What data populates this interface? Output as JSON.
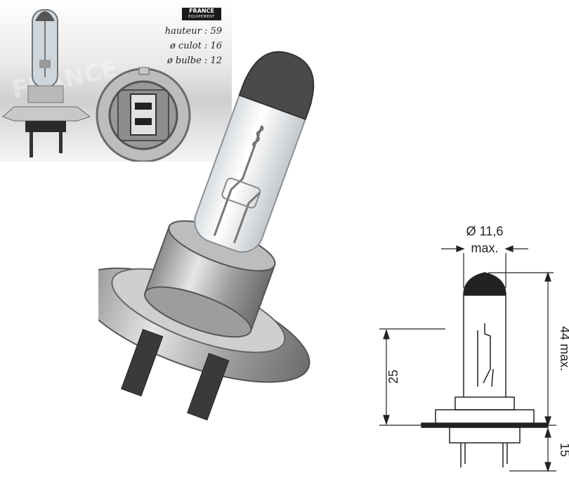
{
  "brand": {
    "line1": "FRANCE",
    "line2": "EQUIPEMENT"
  },
  "specs": [
    {
      "label": "hauteur :",
      "value": "59"
    },
    {
      "label": "ø culot :",
      "value": "16"
    },
    {
      "label": "ø bulbe :",
      "value": "12"
    }
  ],
  "dimensions": {
    "diameter": "Ø 11,6",
    "diameter_note": "max.",
    "height": "44 max.",
    "focal": "25",
    "pins": "15"
  },
  "colors": {
    "glass_cap": "#4a4a4a",
    "metal": "#a9a9a9",
    "line": "#222222"
  }
}
